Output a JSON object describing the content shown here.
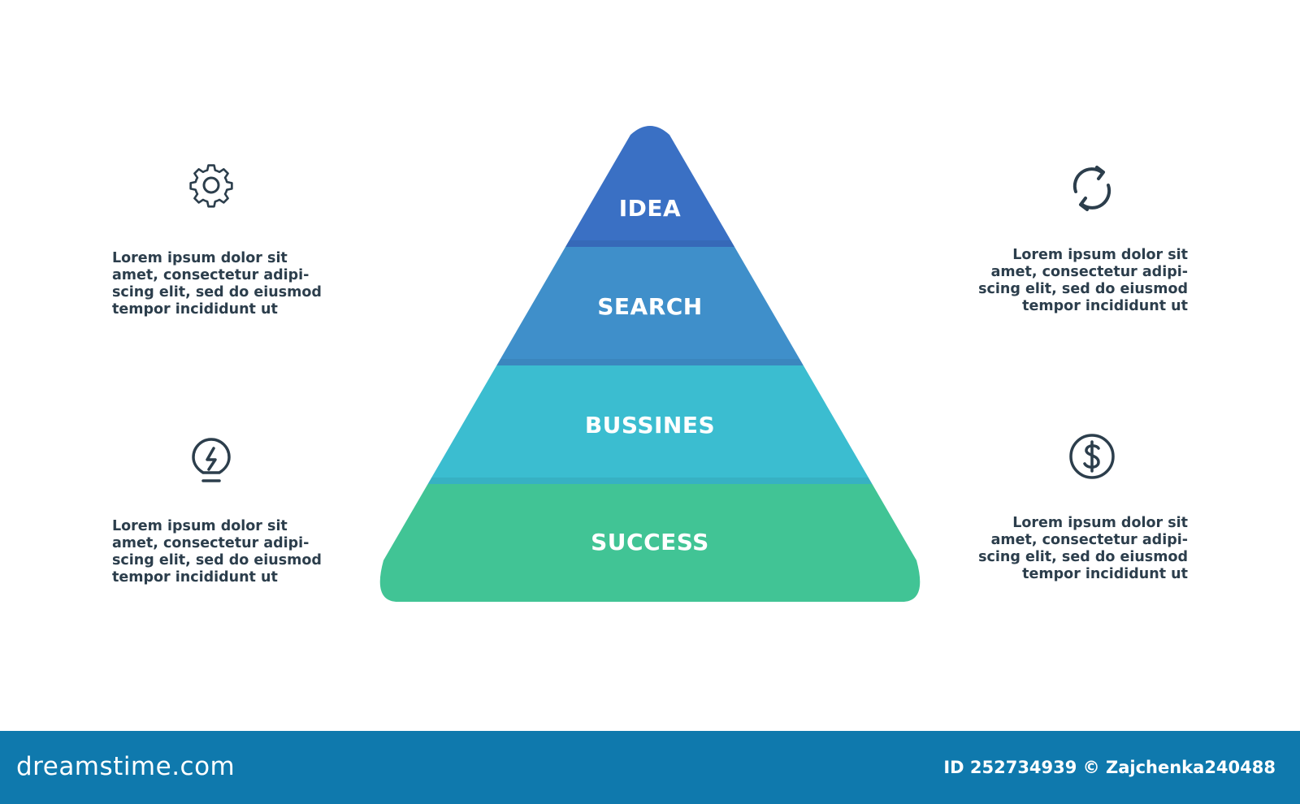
{
  "pyramid": {
    "levels": [
      {
        "label": "IDEA",
        "color": "#3a70c4"
      },
      {
        "label": "SEARCH",
        "color": "#3f8fca"
      },
      {
        "label": "BUSSINES",
        "color": "#3bbdd0"
      },
      {
        "label": "SUCCESS",
        "color": "#41c495"
      }
    ]
  },
  "items": [
    {
      "icon": "gear-icon",
      "text": "Lorem ipsum dolor sit\namet, consectetur adipi-\nscing elit, sed do eiusmod\ntempor incididunt ut"
    },
    {
      "icon": "refresh-icon",
      "text": "Lorem ipsum dolor sit\namet, consectetur adipi-\nscing elit, sed do eiusmod\ntempor incididunt ut"
    },
    {
      "icon": "lightbulb-icon",
      "text": "Lorem ipsum dolor sit\namet, consectetur adipi-\nscing elit, sed do eiusmod\ntempor incididunt ut"
    },
    {
      "icon": "dollar-icon",
      "text": "Lorem ipsum dolor sit\namet, consectetur adipi-\nscing elit, sed do eiusmod\ntempor incididunt ut"
    }
  ],
  "icon_color": "#2c3e4c",
  "footer": {
    "brand": "dreamstime.com",
    "credit": "ID 252734939 © Zajchenka240488",
    "background": "#0f79ad"
  }
}
